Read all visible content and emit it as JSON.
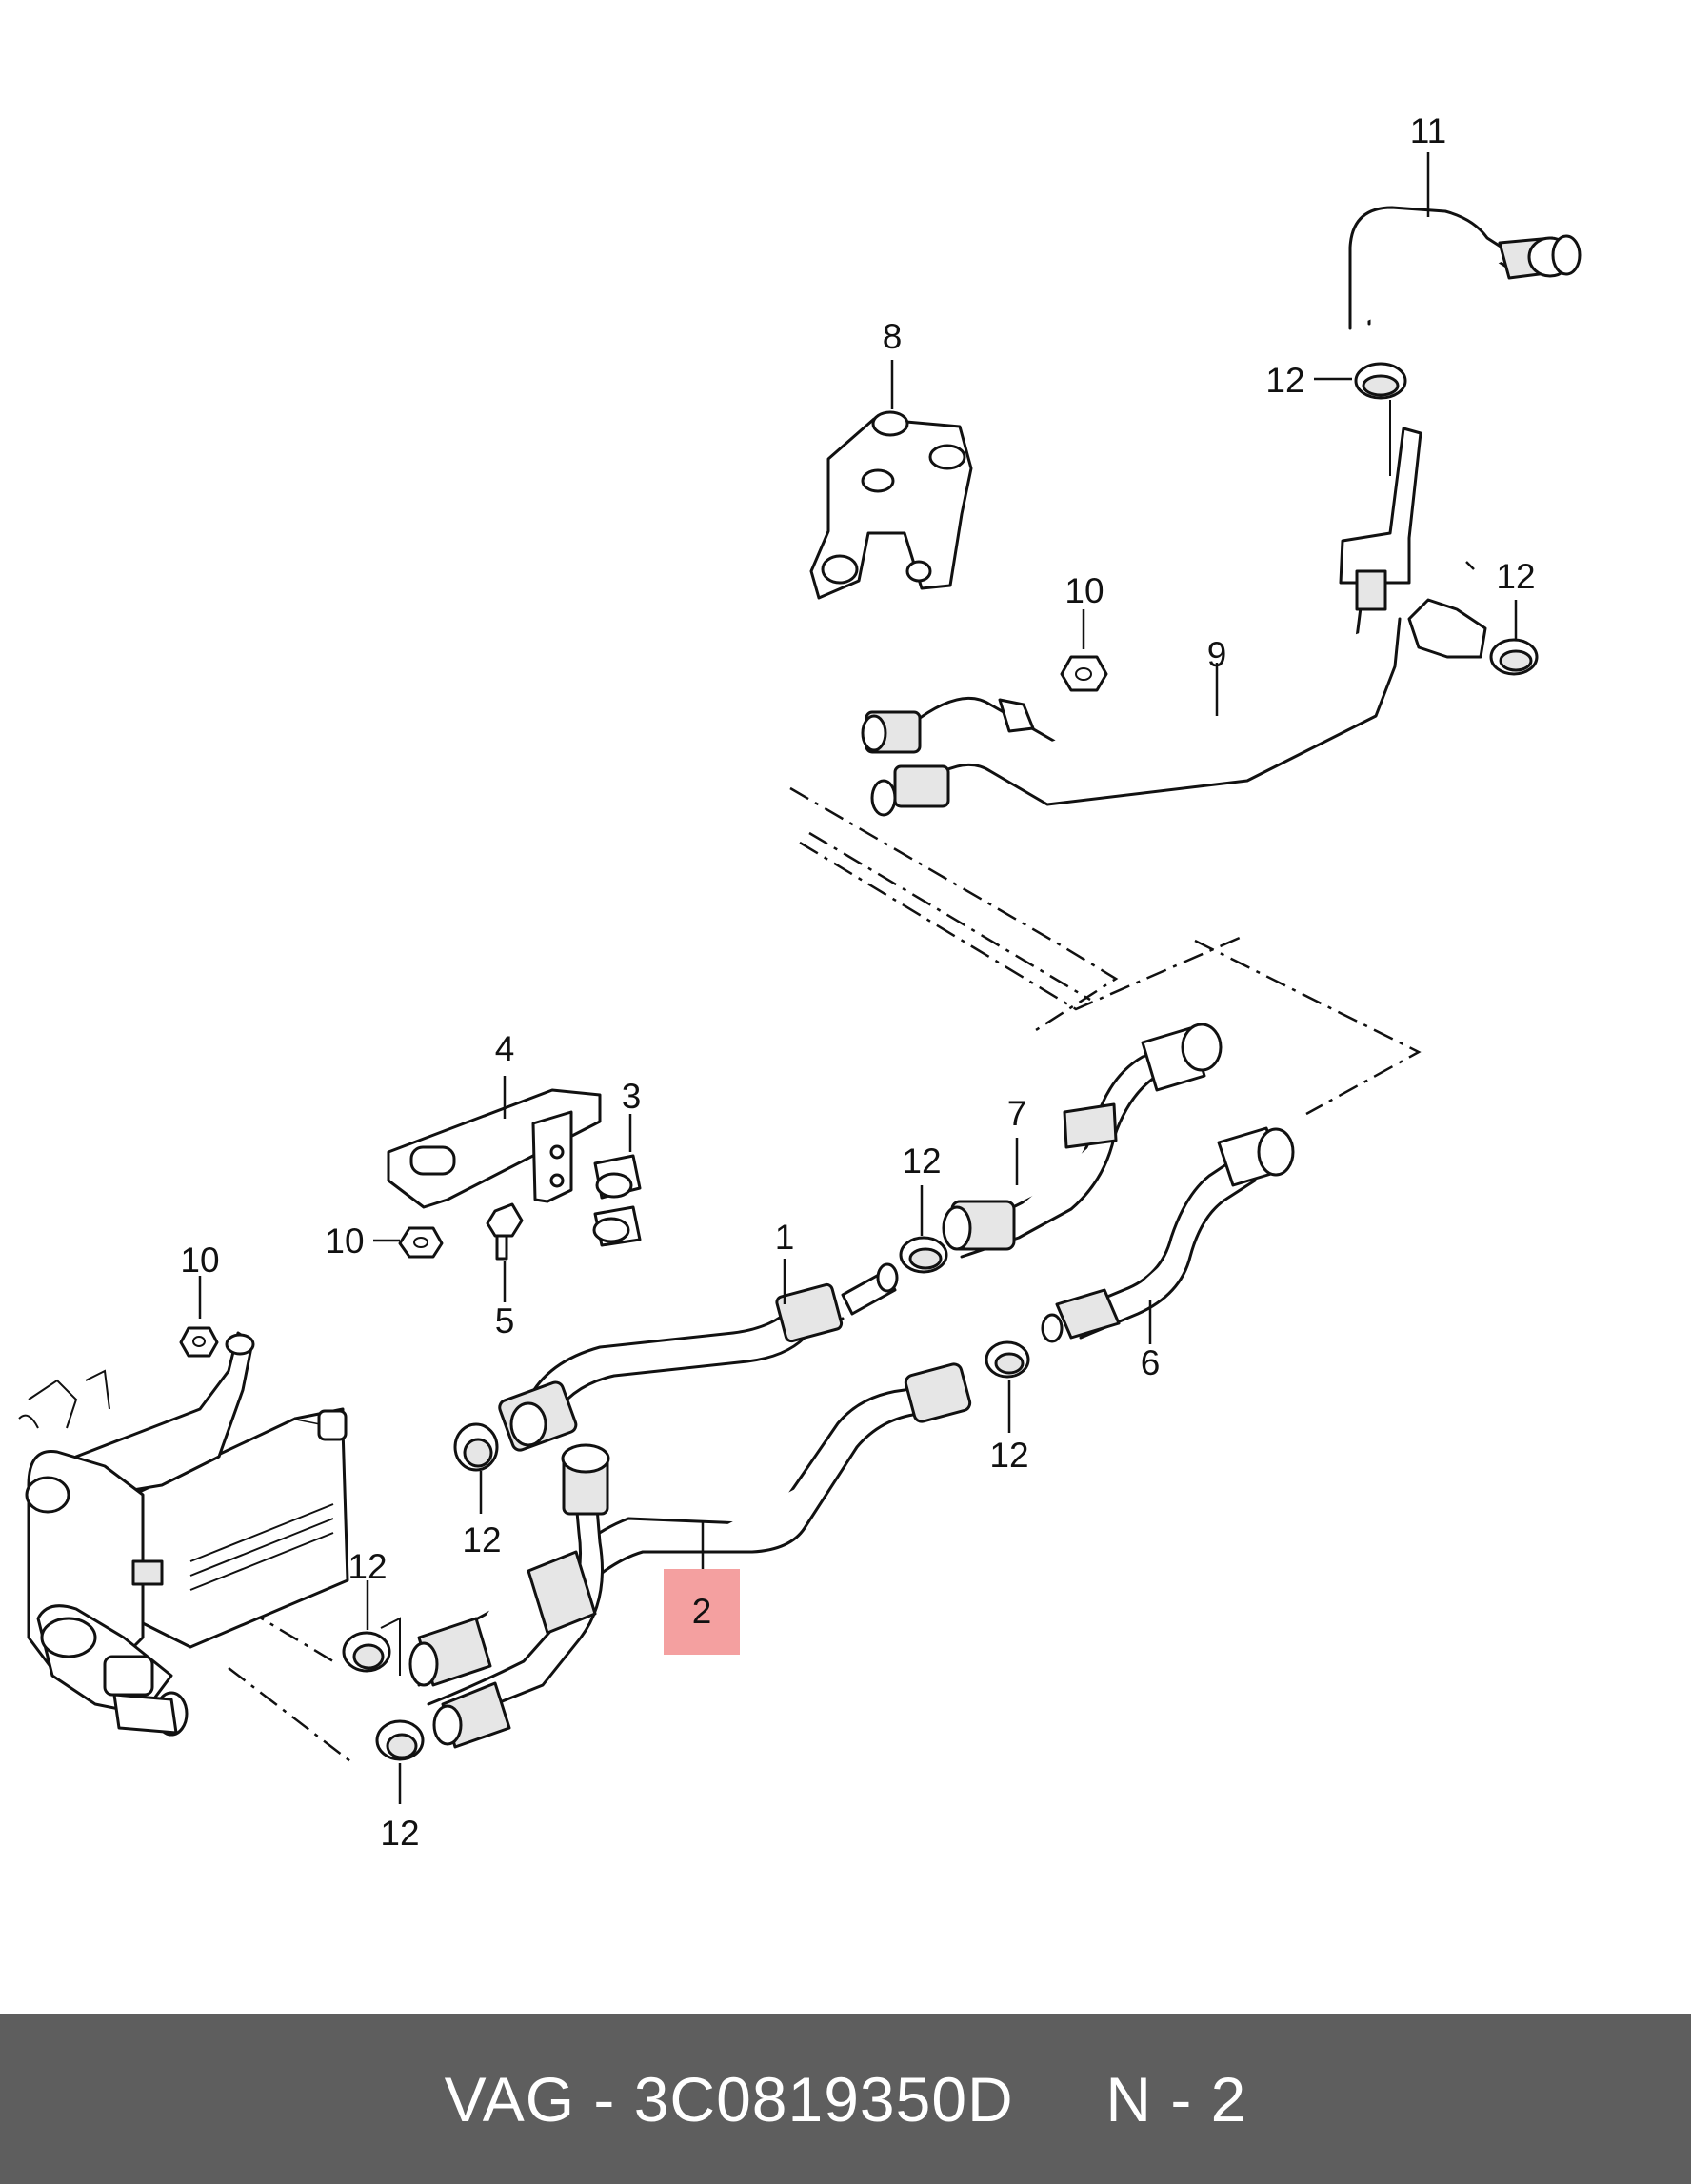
{
  "diagram": {
    "callouts": {
      "c1": "1",
      "c2": "2",
      "c3": "3",
      "c4": "4",
      "c5": "5",
      "c6": "6",
      "c7": "7",
      "c8": "8",
      "c9": "9",
      "c10": "10",
      "c11": "11",
      "c12": "12"
    },
    "highlight_color": "#f4a0a0"
  },
  "footer": {
    "text": "VAG - 3C0819350D     N - 2",
    "background": "#5e5e5e"
  }
}
